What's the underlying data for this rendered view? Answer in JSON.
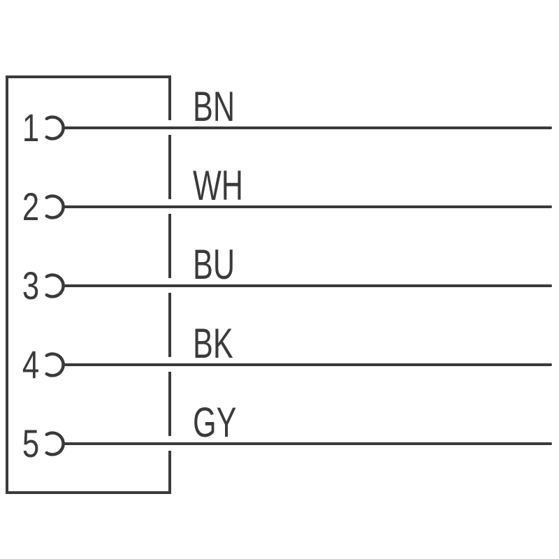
{
  "diagram": {
    "kind": "connector-pinout-wiring-diagram",
    "pins": [
      {
        "number": "1",
        "color_code": "BN"
      },
      {
        "number": "2",
        "color_code": "WH"
      },
      {
        "number": "3",
        "color_code": "BU"
      },
      {
        "number": "4",
        "color_code": "BK"
      },
      {
        "number": "5",
        "color_code": "GY"
      }
    ],
    "icons": {
      "pin_contact": "open-arc-female-contact"
    },
    "colors": {
      "stroke": "#3a3a3a",
      "background": "#ffffff"
    }
  }
}
